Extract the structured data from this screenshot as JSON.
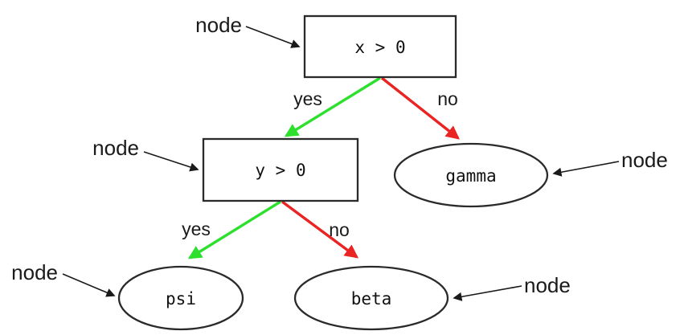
{
  "diagram": {
    "annotation_label": "node",
    "nodes": {
      "root": {
        "label": "x > 0",
        "shape": "rect"
      },
      "inner": {
        "label": "y > 0",
        "shape": "rect"
      },
      "gamma": {
        "label": "gamma",
        "shape": "ellipse"
      },
      "psi": {
        "label": "psi",
        "shape": "ellipse"
      },
      "beta": {
        "label": "beta",
        "shape": "ellipse"
      }
    },
    "edges": [
      {
        "from": "x > 0",
        "to": "y > 0",
        "label": "yes",
        "color": "#2ee02e"
      },
      {
        "from": "x > 0",
        "to": "gamma",
        "label": "no",
        "color": "#ea2323"
      },
      {
        "from": "y > 0",
        "to": "psi",
        "label": "yes",
        "color": "#2ee02e"
      },
      {
        "from": "y > 0",
        "to": "beta",
        "label": "no",
        "color": "#ea2323"
      }
    ],
    "colors": {
      "yes_green": "#2ee02e",
      "no_red": "#ea2323",
      "outline": "#2a2a2a",
      "text": "#111111",
      "background": "#ffffff"
    }
  }
}
